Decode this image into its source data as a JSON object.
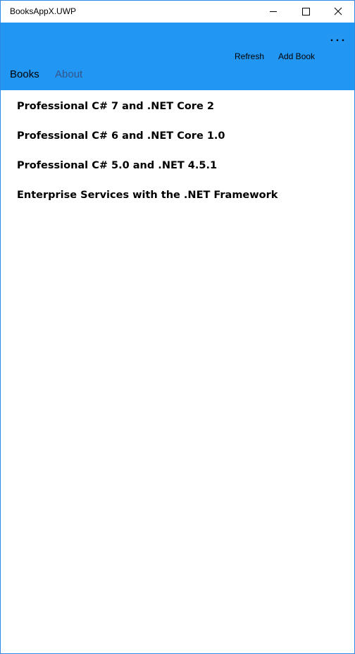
{
  "window": {
    "title": "BooksAppX.UWP"
  },
  "colors": {
    "accent": "#2196f3",
    "window_border": "#2b8ae6",
    "inactive_tab": "#34568a"
  },
  "appbar": {
    "more_label": "...",
    "commands": [
      {
        "label": "Refresh"
      },
      {
        "label": "Add Book"
      }
    ]
  },
  "tabs": [
    {
      "label": "Books",
      "selected": true
    },
    {
      "label": "About",
      "selected": false
    }
  ],
  "books": [
    {
      "title": "Professional C# 7 and .NET Core 2"
    },
    {
      "title": "Professional C# 6 and .NET Core 1.0"
    },
    {
      "title": "Professional C# 5.0 and .NET 4.5.1"
    },
    {
      "title": "Enterprise Services with the .NET Framework"
    }
  ]
}
